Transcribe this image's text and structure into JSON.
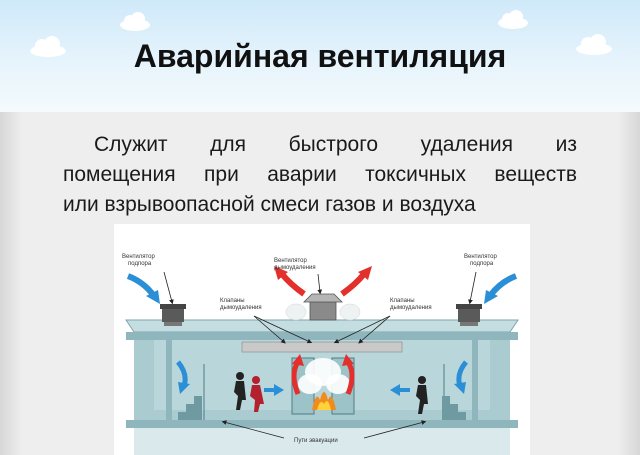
{
  "title": "Аварийная вентиляция",
  "paragraph": {
    "lines": [
      "Служит для быстрого удаления из",
      "помещения при аварии токсичных веществ",
      "или взрывоопасной смеси газов и воздуха"
    ]
  },
  "figure": {
    "labels": {
      "fan_supply_left": [
        "Вентилятор",
        "подпора"
      ],
      "fan_exhaust": [
        "Вентилятор",
        "дымоудаления"
      ],
      "valves_left": [
        "Клапаны",
        "дымоудаления"
      ],
      "valves_right": [
        "Клапаны",
        "дымоудаления"
      ],
      "fan_supply_right": [
        "Вентилятор",
        "подпора"
      ],
      "evacuation": "Пути эвакуации"
    }
  },
  "colors": {
    "building": "#aacbd0",
    "building_dark": "#6f9aa1",
    "arrow_blue": "#2a8fd6",
    "arrow_red": "#e3302c"
  }
}
